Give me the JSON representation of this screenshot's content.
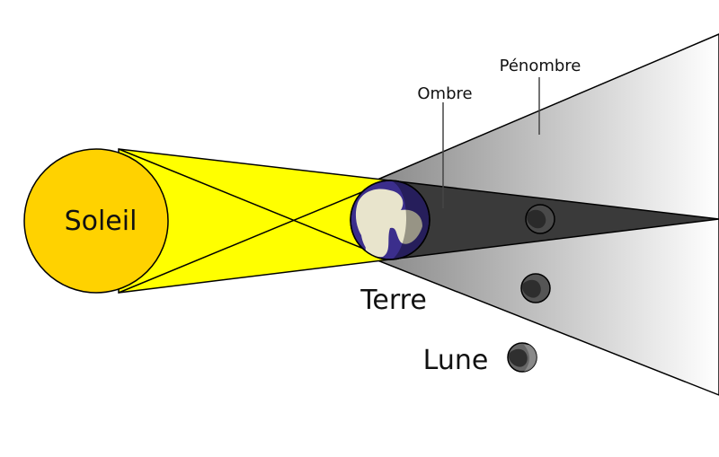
{
  "labels": {
    "sun": "Soleil",
    "earth": "Terre",
    "moon": "Lune",
    "umbra": "Ombre",
    "penumbra": "Pénombre"
  },
  "colors": {
    "sun_fill": "#FFD200",
    "sun_rays": "#FFFF00",
    "earth_ocean": "#3B2E8C",
    "earth_land": "#E8E4CC",
    "umbra": "#3A3A3A",
    "penumbra_dark": "#8C8C8C",
    "penumbra_light": "#FFFFFF",
    "moon": "#5A5A5A",
    "outline": "#000000"
  }
}
